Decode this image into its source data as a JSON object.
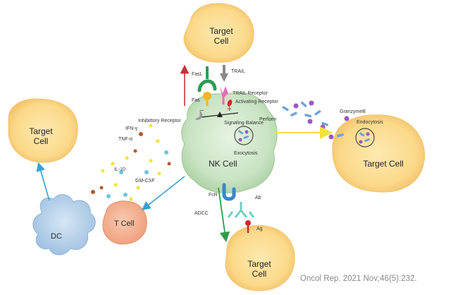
{
  "cells": {
    "target_top": [
      "Target",
      "Cell"
    ],
    "target_left": [
      "Target",
      "Cell"
    ],
    "target_right": "Target Cell",
    "target_bottom": [
      "Target",
      "Cell"
    ],
    "nk": "NK Cell",
    "t_cell": "T Cell",
    "dc": "DC"
  },
  "receptors": {
    "fasl": "FasL",
    "trail": "TRAIL",
    "fas": "Fas",
    "trail_receptor": "TRAIL Receptor",
    "activating_receptor": "Activating Receptor",
    "inhibitory_receptor": "Inhibittory Receptor",
    "signaling_balance": "Signaling Balance",
    "exocytosis": "Exocytosis",
    "perforin": "Perforin",
    "granzyme": "GranzymeB",
    "endocytosis": "Endocytosis",
    "fcr": "FcR",
    "ab": "Ab",
    "ag": "Ag",
    "adcc": "ADCC"
  },
  "cytokines": {
    "ifn": "IFN-γ",
    "tnf": "TNF-α",
    "il10": "IL-10",
    "gmcsf": "GM-CSF"
  },
  "citation": "Oncol Rep. 2021 Nov;46(5):232."
}
